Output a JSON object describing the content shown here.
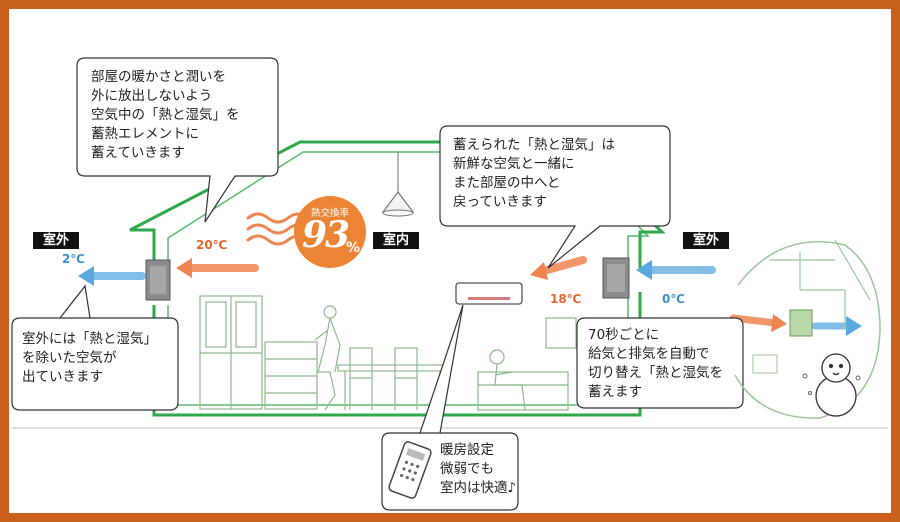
{
  "labels": {
    "outdoor_left": "室外",
    "indoor": "室内",
    "outdoor_right": "室外"
  },
  "temperatures": {
    "outdoor_left": "2℃",
    "exhaust_warm": "20℃",
    "supply_warm": "18℃",
    "outdoor_right": "0℃"
  },
  "badge": {
    "title": "熱交換率",
    "value": "93",
    "unit": "%"
  },
  "bubbles": {
    "top_left": "部屋の暖かさと潤いを\n外に放出しないよう\n空気中の「熱と湿気」を\n蓄熱エレメントに\n蓄えていきます",
    "top_right": "蓄えられた「熱と湿気」は\n新鮮な空気と一緒に\nまた部屋の中へと\n戻っていきます",
    "bottom_left": "室外には「熱と湿気」\nを除いた空気が\n出ていきます",
    "right": "70秒ごとに\n給気と排気を自動で\n切り替え「熱と湿気を\n蓄えます",
    "bottom_center": "暖房設定\n微弱でも\n室内は快適♪"
  },
  "colors": {
    "frame": "#c8601c",
    "house_outline": "#2ea84a",
    "warm_air": "#ee8450",
    "cold_air": "#5aa8e0",
    "badge": "#ec8436",
    "sketch": "#8fb88c"
  },
  "icons": [
    "ventilation-unit-icon",
    "air-conditioner-icon",
    "remote-control-icon",
    "snowman-icon",
    "pendant-lamp-icon"
  ]
}
